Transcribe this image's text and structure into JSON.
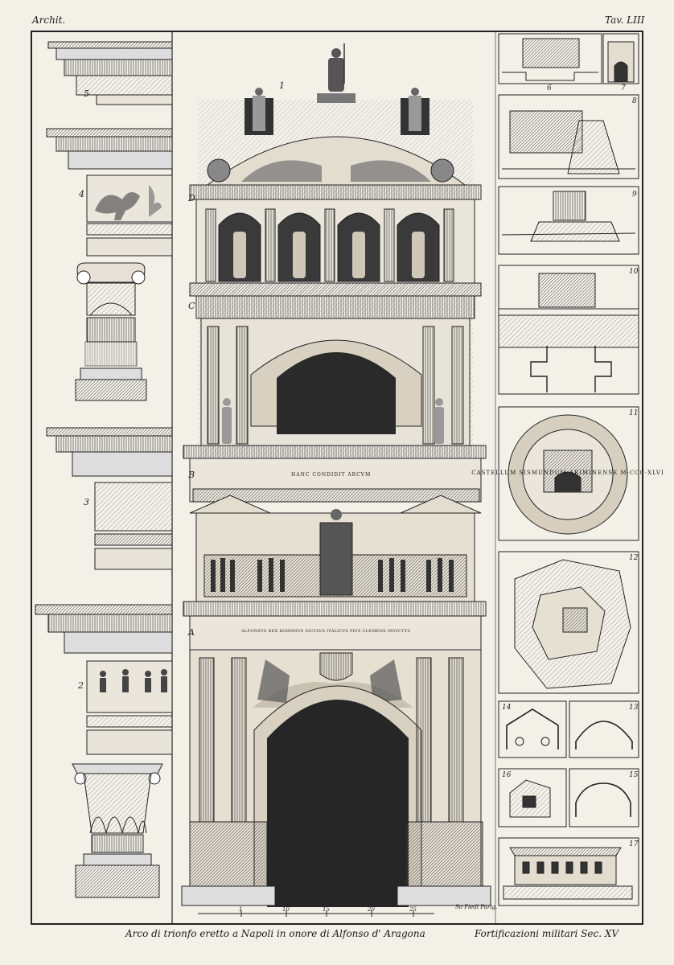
{
  "header": {
    "left": "Archit.",
    "right": "Tav. LIII"
  },
  "caption": {
    "left": "Arco di trionfo eretto a Napoli in onore di Alfonso d' Aragona",
    "right": "Fortificazioni militari Sec. XV"
  },
  "left_labels": [
    "5",
    "4",
    "3",
    "2"
  ],
  "arch": {
    "number": "1",
    "level_letters": [
      "D",
      "C",
      "B",
      "A"
    ],
    "inscription_upper": "HANC CONDIDIT ARCVM",
    "inscription_lower": "ALFONSVS REX HISPANVS SICVLVS ITALICVS PIVS CLEMENS INVICTVS",
    "scale_ticks": [
      "1",
      "10",
      "15",
      "20",
      "25"
    ],
    "engraver": "So Piedi Parig."
  },
  "right_labels": [
    "6",
    "7",
    "8",
    "9",
    "10",
    "11",
    "12",
    "14",
    "13",
    "16",
    "15",
    "17"
  ],
  "medal": {
    "legend": "CASTELLUM SISMUNDUM ARIMINENSE M·CCC·XLVI"
  }
}
